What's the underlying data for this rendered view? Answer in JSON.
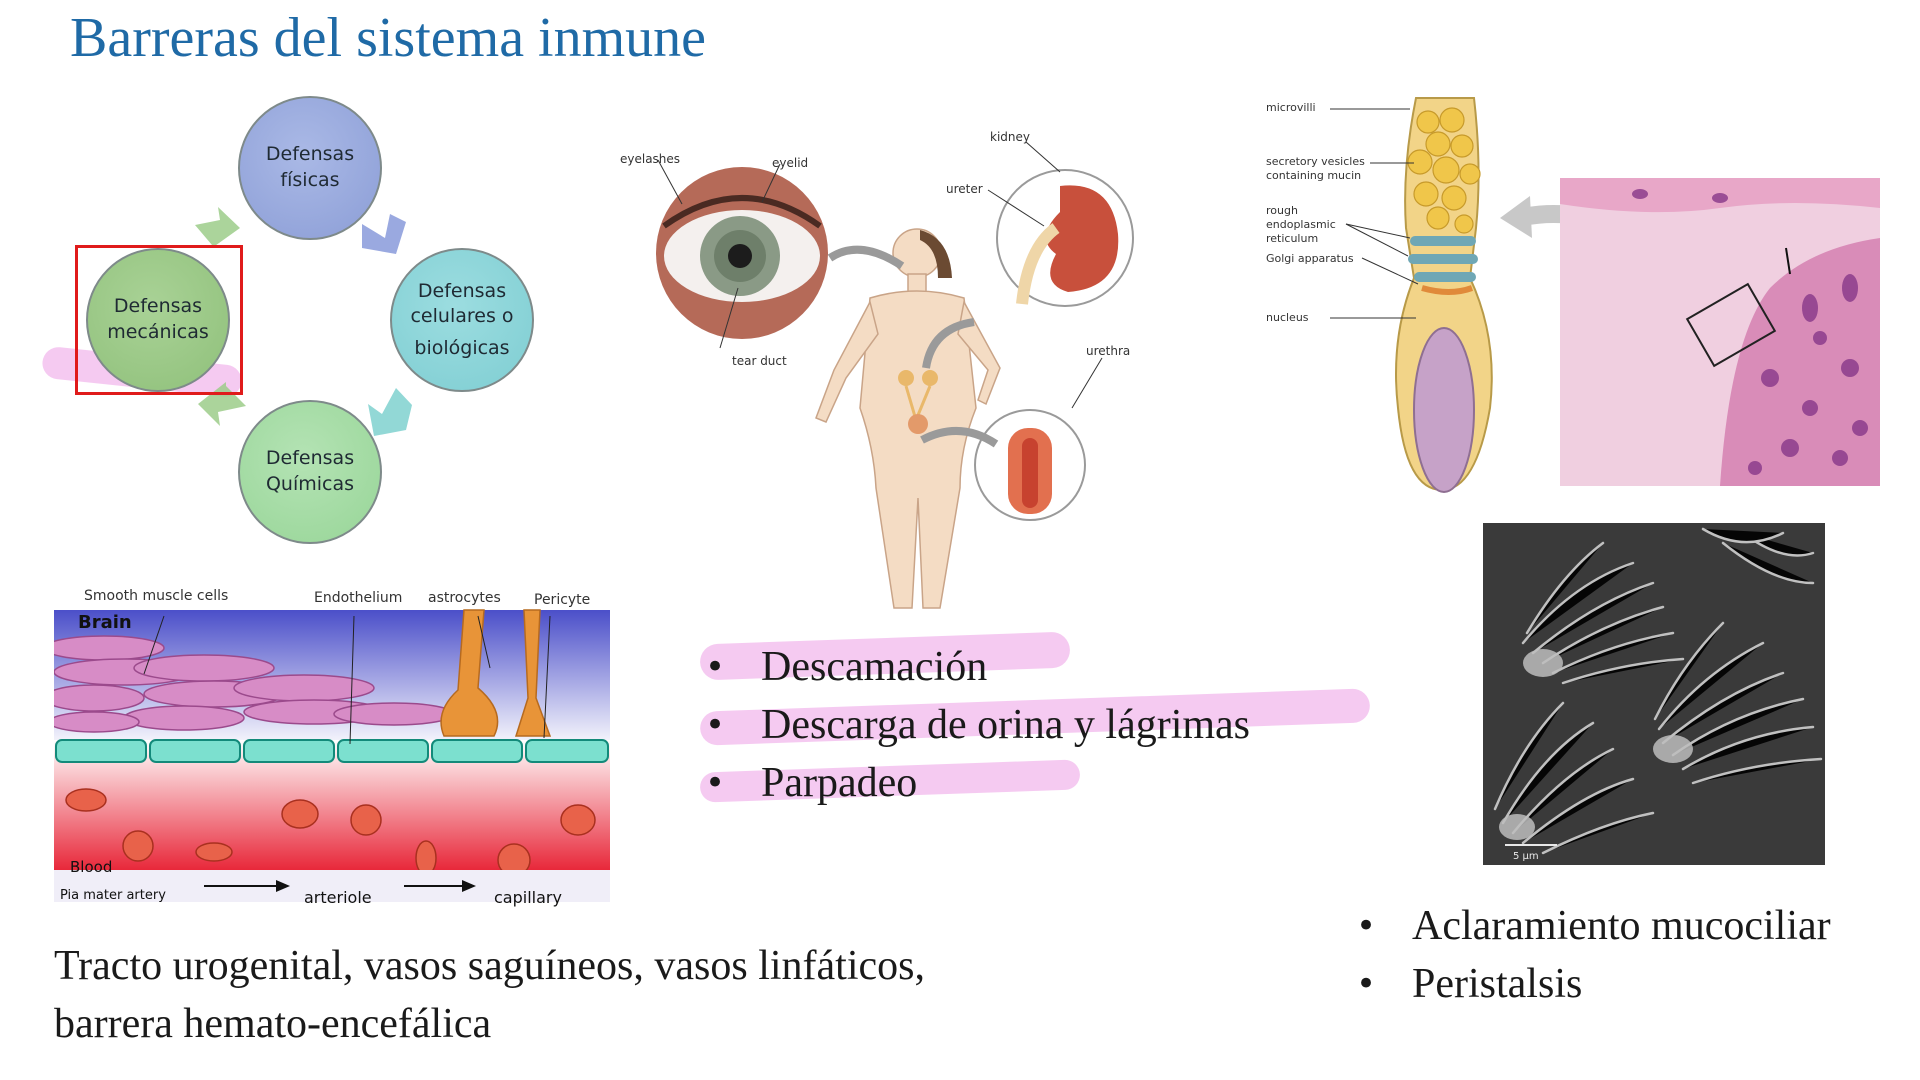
{
  "title": "Barreras del sistema inmune",
  "cycle": {
    "nodes": {
      "fisicas": [
        "Defensas",
        "físicas"
      ],
      "celulares": [
        "Defensas",
        "celulares o",
        "biológicas"
      ],
      "quimicas": [
        "Defensas",
        "Químicas"
      ],
      "mecanicas": [
        "Defensas",
        "mecánicas"
      ]
    },
    "highlighted": "mecanicas",
    "highlight_color": "#e01b1b"
  },
  "body_figure": {
    "labels": {
      "eyelashes": "eyelashes",
      "eyelid": "eyelid",
      "tear_duct": "tear duct",
      "kidney": "kidney",
      "ureter": "ureter",
      "urethra": "urethra"
    }
  },
  "goblet_figure": {
    "labels": {
      "microvilli": "microvilli",
      "secretory": "secretory vesicles",
      "secretory2": "containing mucin",
      "rough": "rough",
      "rough2": "endoplasmic",
      "rough3": "reticulum",
      "golgi": "Golgi apparatus",
      "nucleus": "nucleus"
    }
  },
  "bbb_figure": {
    "labels": {
      "smooth_muscle": "Smooth muscle cells",
      "endothelium": "Endothelium",
      "astrocytes": "astrocytes",
      "pericyte": "Pericyte",
      "brain": "Brain",
      "blood": "Blood",
      "pia": "Pia mater artery",
      "arteriole": "arteriole",
      "capillary": "capillary"
    }
  },
  "sem_image": {
    "scale": "5 µm"
  },
  "list_middle": [
    "Descamación",
    "Descarga de orina y lágrimas",
    "Parpadeo"
  ],
  "list_right": [
    "Aclaramiento mucociliar",
    "Peristalsis"
  ],
  "caption": [
    "Tracto urogenital, vasos saguíneos, vasos linfáticos,",
    "barrera hemato-encefálica"
  ],
  "colors": {
    "title": "#1f6aa6",
    "highlighter_pink": "#f2b8ec",
    "node_fisicas": "#8b9dd6",
    "node_celulares": "#7ecdd2",
    "node_quimicas": "#97d597",
    "node_mecanicas": "#8fc07a"
  }
}
